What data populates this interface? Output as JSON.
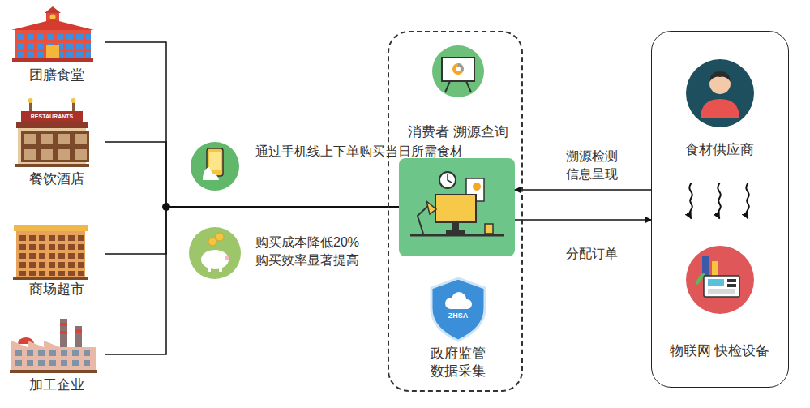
{
  "diagram": {
    "nodes": [
      {
        "text": [
          "团膳食堂"
        ]
      },
      {
        "text": [
          "餐饮酒店"
        ]
      },
      {
        "text": [
          "商场超市"
        ]
      },
      {
        "text": [
          "加工企业"
        ]
      },
      {
        "text": []
      },
      {
        "text": [
          "消费者 溯源查询"
        ],
        "in": 4
      },
      {
        "text": [],
        "in": 4
      },
      {
        "text": [
          "政府监管 数据采集"
        ],
        "in": 4
      },
      {
        "text": []
      },
      {
        "text": [
          "食材供应商"
        ],
        "in": 8
      },
      {
        "text": [
          "物联网 快检设备"
        ],
        "in": 8
      }
    ],
    "edges": [
      {
        "from": 0,
        "to": 6,
        "arrow": "none"
      },
      {
        "from": 1,
        "to": 6,
        "arrow": "none"
      },
      {
        "from": 2,
        "to": 6,
        "arrow": "none"
      },
      {
        "from": 3,
        "to": 6,
        "arrow": "none"
      },
      {
        "from": 8,
        "to": 6,
        "label": "溯源检测 信息呈现",
        "arrow": "to"
      },
      {
        "from": 6,
        "to": 8,
        "label": "分配订单",
        "arrow": "to"
      },
      {
        "from": 9,
        "to": 10,
        "arrow": "to"
      }
    ],
    "labels": [
      "通过手机线上下单购买当日所需食材",
      "购买成本降低20%购买效率显著提高",
      "RESTAURANTS",
      "ZHSA"
    ]
  }
}
